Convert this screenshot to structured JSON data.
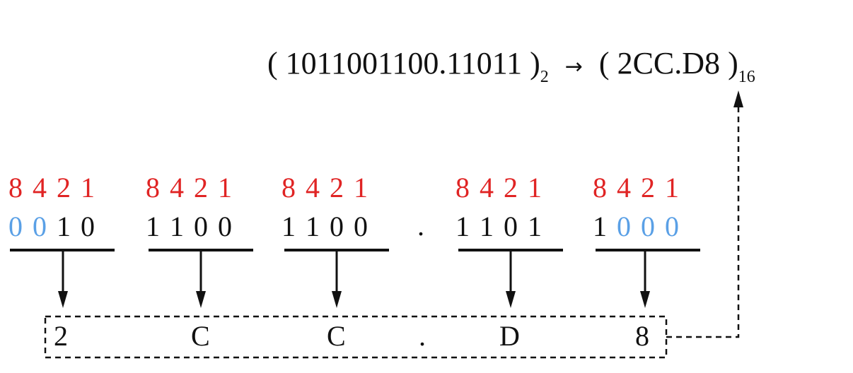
{
  "equation": {
    "binary": "1011001100.11011",
    "binary_base": "2",
    "arrow": "→",
    "hex": "2CC.D8",
    "hex_base": "16"
  },
  "groups": [
    {
      "weights": [
        "8",
        "4",
        "2",
        "1"
      ],
      "bits": [
        "0",
        "0",
        "1",
        "0"
      ],
      "padded": [
        true,
        true,
        false,
        false
      ],
      "hex": "2"
    },
    {
      "weights": [
        "8",
        "4",
        "2",
        "1"
      ],
      "bits": [
        "1",
        "1",
        "0",
        "0"
      ],
      "padded": [
        false,
        false,
        false,
        false
      ],
      "hex": "C"
    },
    {
      "weights": [
        "8",
        "4",
        "2",
        "1"
      ],
      "bits": [
        "1",
        "1",
        "0",
        "0"
      ],
      "padded": [
        false,
        false,
        false,
        false
      ],
      "hex": "C"
    },
    {
      "weights": [
        "8",
        "4",
        "2",
        "1"
      ],
      "bits": [
        "1",
        "1",
        "0",
        "1"
      ],
      "padded": [
        false,
        false,
        false,
        false
      ],
      "hex": "D"
    },
    {
      "weights": [
        "8",
        "4",
        "2",
        "1"
      ],
      "bits": [
        "1",
        "0",
        "0",
        "0"
      ],
      "padded": [
        false,
        true,
        true,
        true
      ],
      "hex": "8"
    }
  ],
  "point": ".",
  "colors": {
    "weight": "#e02424",
    "padding": "#5aa0e6",
    "text": "#111111"
  }
}
